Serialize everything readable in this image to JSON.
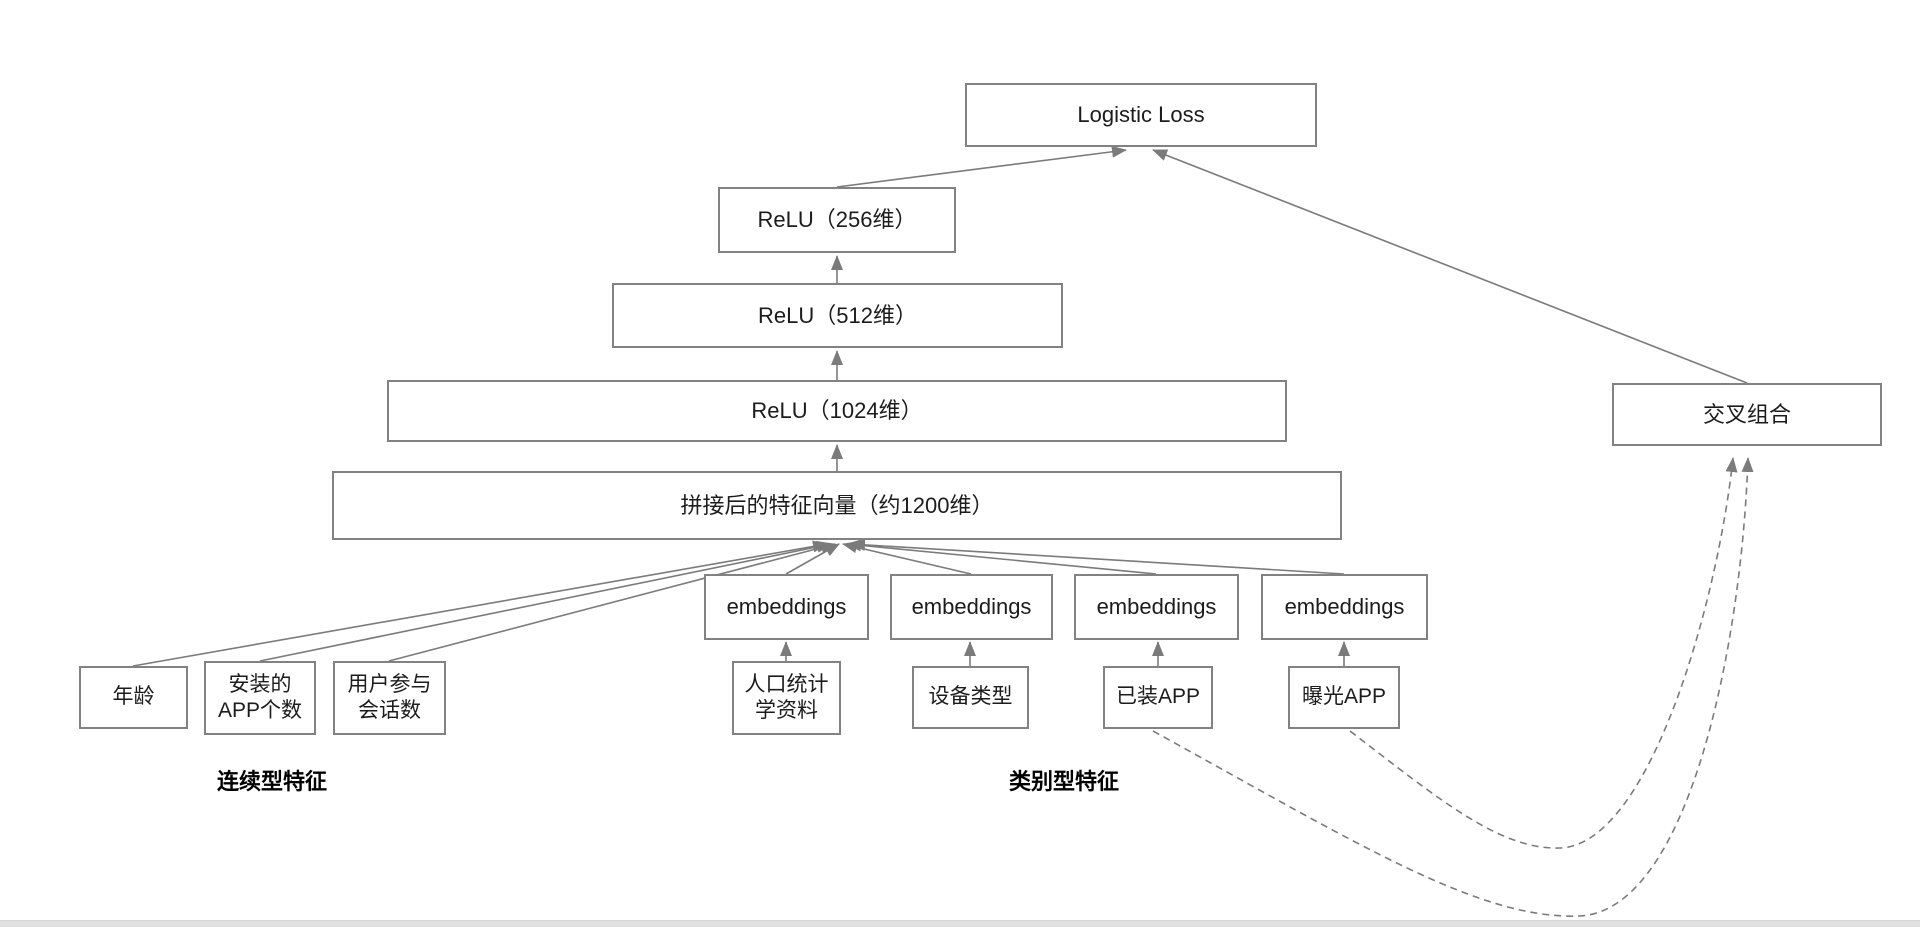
{
  "colors": {
    "line": "#7b7b7b",
    "border": "#828282",
    "text": "#1c1c1c",
    "bottom_bar": "#e1e1e1"
  },
  "nodes": {
    "logistic_loss": "Logistic Loss",
    "relu_256": "ReLU（256维）",
    "relu_512": "ReLU（512维）",
    "relu_1024": "ReLU（1024维）",
    "concat_vector": "拼接后的特征向量（约1200维）",
    "cross_combination": "交叉组合",
    "embeddings": [
      "embeddings",
      "embeddings",
      "embeddings",
      "embeddings"
    ],
    "age": "年龄",
    "installed_app_count": {
      "line1": "安装的",
      "line2": "APP个数"
    },
    "user_sessions": {
      "line1": "用户参与",
      "line2": "会话数"
    },
    "demographics": {
      "line1": "人口统计",
      "line2": "学资料"
    },
    "device_type": "设备类型",
    "installed_app": "已装APP",
    "impression_app": "曝光APP"
  },
  "group_labels": {
    "continuous": "连续型特征",
    "categorical": "类别型特征"
  }
}
